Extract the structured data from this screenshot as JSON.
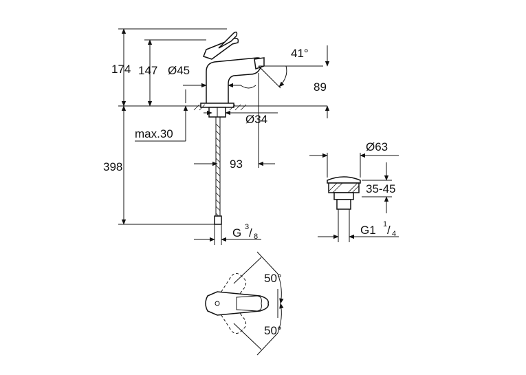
{
  "faucet": {
    "height_total": "174",
    "height_spout": "147",
    "spout_diameter": "Ø45",
    "lever_angle": "41°",
    "spout_height_above_deck": "89",
    "base_diameter": "Ø34",
    "max_deck_thickness": "max.30",
    "hose_length": "398",
    "spout_reach": "93",
    "connection_thread_prefix": "G",
    "connection_thread_num": "3",
    "connection_thread_den": "8"
  },
  "waste": {
    "diameter": "Ø63",
    "height_range": "35-45",
    "thread_prefix": "G1",
    "thread_num": "1",
    "thread_den": "4"
  },
  "top_view": {
    "angle_upper": "50°",
    "angle_lower": "50°"
  }
}
